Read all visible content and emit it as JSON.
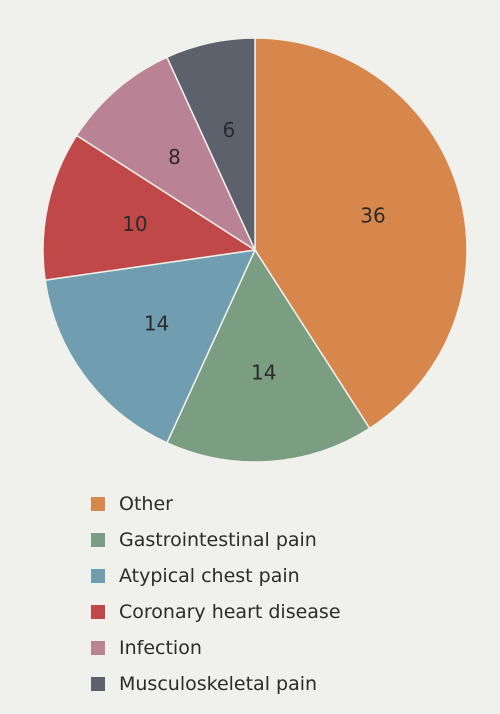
{
  "chart_data": {
    "type": "pie",
    "start_angle": "12 o'clock",
    "direction": "clockwise",
    "legend_position": "bottom-left",
    "slices": [
      {
        "label": "Other",
        "value": 36,
        "display": "36",
        "color": "#d8874c"
      },
      {
        "label": "Gastrointestinal pain",
        "value": 14,
        "display": "14",
        "color": "#7b9e82"
      },
      {
        "label": "Atypical chest pain",
        "value": 14,
        "display": "14",
        "color": "#709daf"
      },
      {
        "label": "Coronary heart disease",
        "value": 10,
        "display": "10",
        "color": "#c04848"
      },
      {
        "label": "Infection",
        "value": 8,
        "display": "8",
        "color": "#b98395"
      },
      {
        "label": "Musculoskeletal pain",
        "value": 6,
        "display": "6",
        "color": "#5c616b"
      }
    ]
  },
  "colors": {
    "background": "#f0f0ec",
    "separator": "#f0f0ec"
  }
}
